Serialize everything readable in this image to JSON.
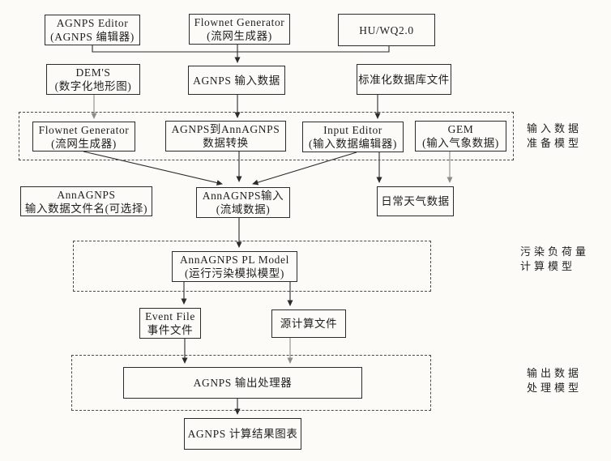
{
  "figure": {
    "background": "#fcfbf7",
    "ink_color": "#2b2b2b",
    "faded_line_color": "#9a9a96"
  },
  "nodes": {
    "agnps_editor": {
      "line1": "AGNPS Editor",
      "line2": "(AGNPS 编辑器)"
    },
    "flownet_generator_top": {
      "line1": "Flownet Generator",
      "line2": "(流网生成器)"
    },
    "hu_wq": {
      "line1": "HU/WQ2.0"
    },
    "dems": {
      "line1": "DEM'S",
      "line2": "(数字化地形图)"
    },
    "agnps_input_data": {
      "line1": "AGNPS 输入数据"
    },
    "standard_db_file": {
      "line1": "标准化数据库文件"
    },
    "flownet_generator_inner": {
      "line1": "Flownet Generator",
      "line2": "(流网生成器)"
    },
    "agnps_to_annagnps": {
      "line1": "AGNPS到AnnAGNPS",
      "line2": "数据转换"
    },
    "input_editor": {
      "line1": "Input Editor",
      "line2": "(输入数据编辑器)"
    },
    "gem": {
      "line1": "GEM",
      "line2": "(输入气象数据)"
    },
    "annagnps_filename": {
      "line1": "AnnAGNPS",
      "line2": "输入数据文件名(可选择)"
    },
    "annagnps_input": {
      "line1": "AnnAGNPS输入",
      "line2": "(流域数据)"
    },
    "daily_weather": {
      "line1": "日常天气数据"
    },
    "pl_model": {
      "line1": "AnnAGNPS PL Model",
      "line2": "(运行污染模拟模型)"
    },
    "event_file": {
      "line1": "Event File",
      "line2": "事件文件"
    },
    "source_calc_file": {
      "line1": "源计算文件"
    },
    "output_processor": {
      "line1": "AGNPS 输出处理器"
    },
    "result_chart": {
      "line1": "AGNPS 计算结果图表"
    }
  },
  "stage_labels": {
    "input_prep": {
      "line1": "输入数据",
      "line2": "准备模型"
    },
    "pollution_load": {
      "line1": "污染负荷量",
      "line2": "计算模型"
    },
    "output_processing": {
      "line1": "输出数据",
      "line2": "处理模型"
    }
  }
}
